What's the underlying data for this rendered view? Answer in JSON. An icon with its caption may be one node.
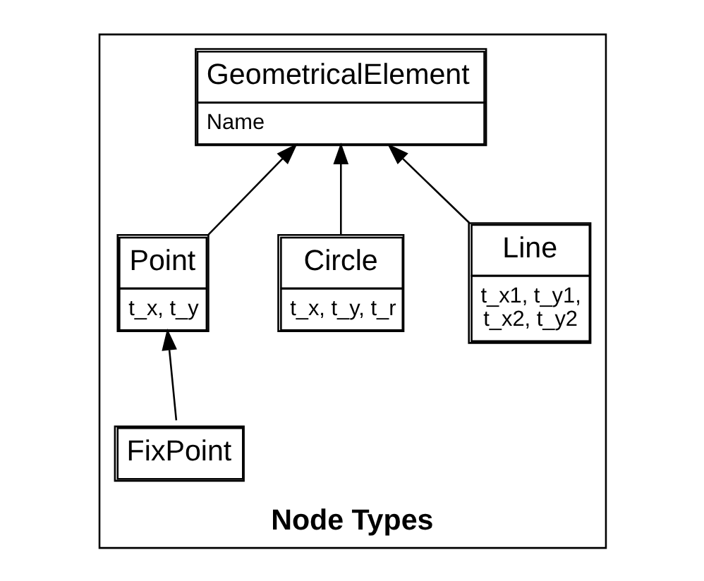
{
  "diagram": {
    "nodes": [
      {
        "text": [
          "Node Types"
        ]
      },
      {
        "text": [
          "GeometricalElement",
          "Name"
        ],
        "in": 0
      },
      {
        "text": [
          "Point",
          "t_x, t_y"
        ],
        "in": 0
      },
      {
        "text": [
          "Line",
          "t_x1, t_y1, t_x2, t_y2"
        ],
        "in": 0
      },
      {
        "text": [
          "Circle",
          "t_x, t_y, t_r"
        ],
        "in": 0
      },
      {
        "text": [
          "FixPoint"
        ],
        "in": 0
      }
    ],
    "edges": [
      {
        "from": 2,
        "to": 1,
        "arrow": "to"
      },
      {
        "from": 3,
        "to": 1,
        "arrow": "to"
      },
      {
        "from": 4,
        "to": 1,
        "arrow": "to"
      },
      {
        "from": 5,
        "to": 2,
        "arrow": "to"
      }
    ]
  }
}
